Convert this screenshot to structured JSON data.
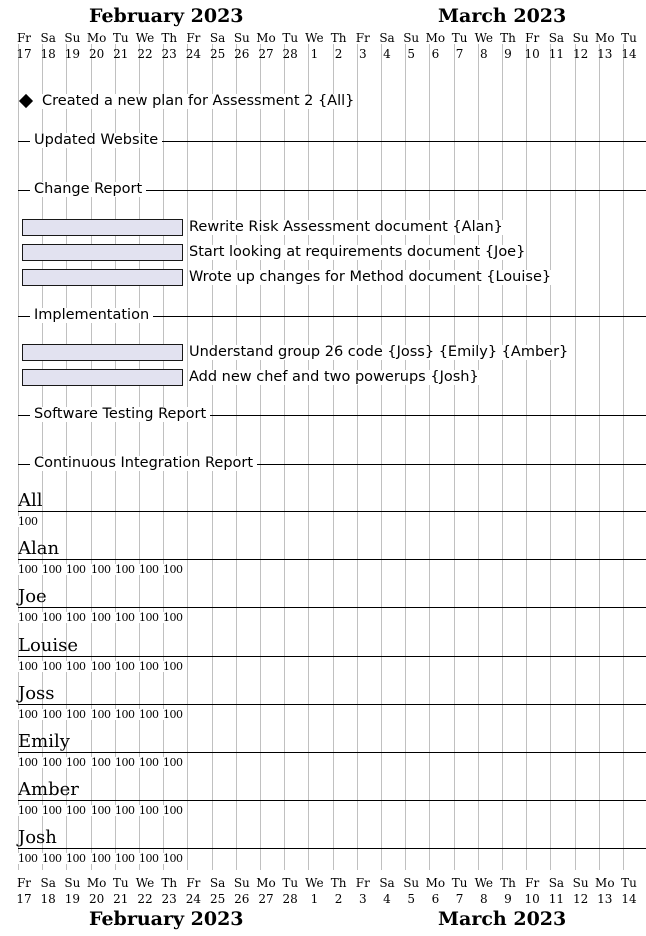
{
  "timeline": {
    "months": [
      "February 2023",
      "March 2023"
    ],
    "days": [
      {
        "abbr": "Fr",
        "num": "17"
      },
      {
        "abbr": "Sa",
        "num": "18"
      },
      {
        "abbr": "Su",
        "num": "19"
      },
      {
        "abbr": "Mo",
        "num": "20"
      },
      {
        "abbr": "Tu",
        "num": "21"
      },
      {
        "abbr": "We",
        "num": "22"
      },
      {
        "abbr": "Th",
        "num": "23"
      },
      {
        "abbr": "Fr",
        "num": "24"
      },
      {
        "abbr": "Sa",
        "num": "25"
      },
      {
        "abbr": "Su",
        "num": "26"
      },
      {
        "abbr": "Mo",
        "num": "27"
      },
      {
        "abbr": "Tu",
        "num": "28"
      },
      {
        "abbr": "We",
        "num": "1"
      },
      {
        "abbr": "Th",
        "num": "2"
      },
      {
        "abbr": "Fr",
        "num": "3"
      },
      {
        "abbr": "Sa",
        "num": "4"
      },
      {
        "abbr": "Su",
        "num": "5"
      },
      {
        "abbr": "Mo",
        "num": "6"
      },
      {
        "abbr": "Tu",
        "num": "7"
      },
      {
        "abbr": "We",
        "num": "8"
      },
      {
        "abbr": "Th",
        "num": "9"
      },
      {
        "abbr": "Fr",
        "num": "10"
      },
      {
        "abbr": "Sa",
        "num": "11"
      },
      {
        "abbr": "Su",
        "num": "12"
      },
      {
        "abbr": "Mo",
        "num": "13"
      },
      {
        "abbr": "Tu",
        "num": "14"
      }
    ]
  },
  "milestone": {
    "label": "Created a new plan for Assessment 2 {All}"
  },
  "rows": [
    {
      "kind": "section",
      "label": "Updated Website"
    },
    {
      "kind": "section",
      "label": "Change Report"
    },
    {
      "kind": "task",
      "label": "Rewrite Risk Assessment document {Alan}"
    },
    {
      "kind": "task",
      "label": "Start looking at requirements document {Joe}"
    },
    {
      "kind": "task",
      "label": "Wrote up changes for Method document {Louise}"
    },
    {
      "kind": "section",
      "label": "Implementation"
    },
    {
      "kind": "task",
      "label": "Understand group 26 code {Joss} {Emily} {Amber}"
    },
    {
      "kind": "task",
      "label": "Add new chef and two powerups {Josh}"
    },
    {
      "kind": "section",
      "label": "Software Testing Report"
    },
    {
      "kind": "section",
      "label": "Continuous Integration Report"
    }
  ],
  "resources": [
    {
      "name": "All",
      "values": [
        "100"
      ]
    },
    {
      "name": "Alan",
      "values": [
        "100",
        "100",
        "100",
        "100",
        "100",
        "100",
        "100"
      ]
    },
    {
      "name": "Joe",
      "values": [
        "100",
        "100",
        "100",
        "100",
        "100",
        "100",
        "100"
      ]
    },
    {
      "name": "Louise",
      "values": [
        "100",
        "100",
        "100",
        "100",
        "100",
        "100",
        "100"
      ]
    },
    {
      "name": "Joss",
      "values": [
        "100",
        "100",
        "100",
        "100",
        "100",
        "100",
        "100"
      ]
    },
    {
      "name": "Emily",
      "values": [
        "100",
        "100",
        "100",
        "100",
        "100",
        "100",
        "100"
      ]
    },
    {
      "name": "Amber",
      "values": [
        "100",
        "100",
        "100",
        "100",
        "100",
        "100",
        "100"
      ]
    },
    {
      "name": "Josh",
      "values": [
        "100",
        "100",
        "100",
        "100",
        "100",
        "100",
        "100"
      ]
    }
  ]
}
